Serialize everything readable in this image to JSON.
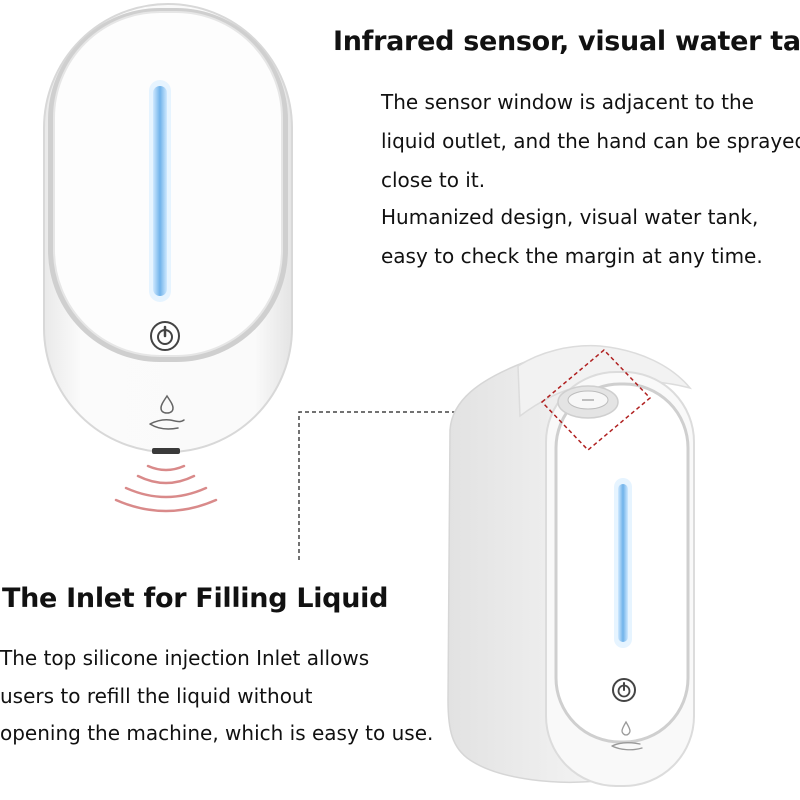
{
  "sensor_section": {
    "heading": "Infrared sensor, visual water tank",
    "lines": [
      "The sensor window is adjacent to the",
      "liquid outlet, and the hand can be sprayed",
      "close to it.",
      "Humanized design, visual water tank,",
      "easy to check the margin at any time."
    ]
  },
  "inlet_section": {
    "heading": "The Inlet for Filling Liquid",
    "lines": [
      "The top silicone injection Inlet allows",
      "users to refill the liquid without",
      "opening the machine, which is easy to use."
    ]
  },
  "colors": {
    "level_window": "#8fc6f0",
    "level_glow": "#e6f4ff",
    "callout_frame": "#b02020",
    "sensor_waves": "#d98a8a",
    "body": "#f6f6f6"
  },
  "icons": [
    "power-icon",
    "hand-drop-icon",
    "infrared-wave-icon"
  ]
}
